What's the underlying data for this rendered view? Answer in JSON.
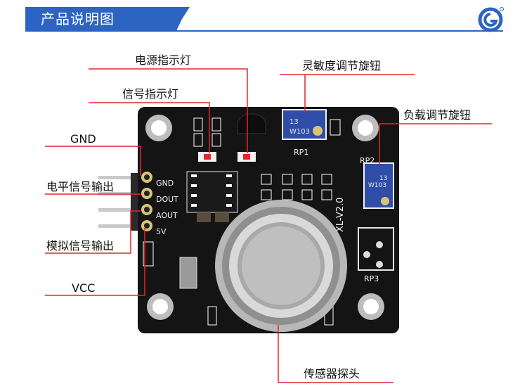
{
  "header": {
    "title": "产品说明图"
  },
  "colors": {
    "accent": "#2b64c2",
    "callout_line": "#e3262a",
    "pcb": "#141414"
  },
  "labels": {
    "power_led": "电源指示灯",
    "signal_led": "信号指示灯",
    "gnd": "GND",
    "level_output": "电平信号输出",
    "analog_output": "模拟信号输出",
    "vcc": "VCC",
    "sensitivity_knob": "灵敏度调节旋钮",
    "load_knob": "负载调节旋钮",
    "sensor_probe": "传感器探头"
  },
  "board": {
    "pins": [
      "GND",
      "DOUT",
      "AOUT",
      "5V"
    ],
    "silk_version": "XL-V2.0",
    "rp1": "RP1",
    "rp2": "RP2",
    "rp3": "RP3",
    "pot_code_top": "13",
    "pot_code": "W103",
    "pot2_code_top": "13",
    "pot2_code": "W103"
  }
}
